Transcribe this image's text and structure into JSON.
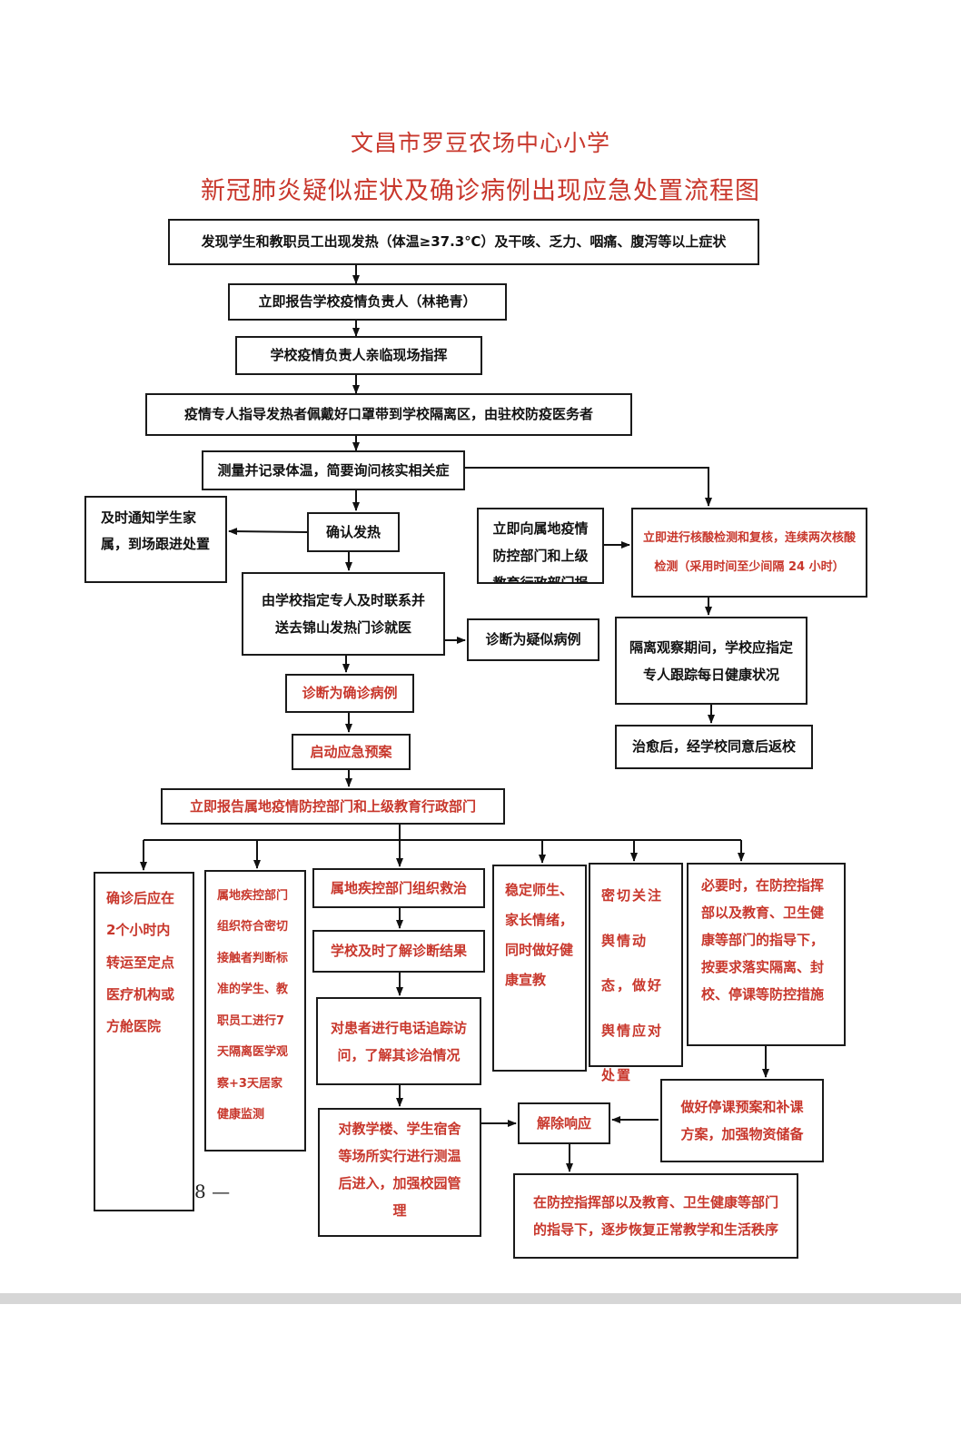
{
  "header": {
    "school": "文昌市罗豆农场中心小学",
    "title": "新冠肺炎疑似症状及确诊病例出现应急处置流程图"
  },
  "steps": {
    "s1": "发现学生和教职员工出现发热（体温≥37.3℃）及干咳、乏力、咽痛、腹泻等以上症状",
    "s2": "立即报告学校疫情负责人（林艳青）",
    "s3": "学校疫情负责人亲临现场指挥",
    "s4": "疫情专人指导发热者佩戴好口罩带到学校隔离区，由驻校防疫医务者",
    "s5": "测量并记录体温，简要询问核实相关症",
    "notify_family": "及时通知学生家属，到场跟进处置",
    "confirm_fever": "确认发热",
    "report_local": "立即向属地疫情防控部门和上级教育行政部门报",
    "nucleic_test": "立即进行核酸检测和复核，连续两次核酸检测（采用时间至少间隔 24 小时）",
    "send_clinic": "由学校指定专人及时联系并送去锦山发热门诊就医",
    "suspected": "诊断为疑似病例",
    "isolation_obs": "隔离观察期间，学校应指定专人跟踪每日健康状况",
    "recover_return": "治愈后，经学校同意后返校",
    "confirmed": "诊断为确诊病例",
    "start_plan": "启动应急预案",
    "report_all": "立即报告属地疫情防控部门和上级教育行政部门"
  },
  "branches": {
    "transfer": "确诊后应在2个小时内转运至定点医疗机构或方舱医院",
    "contacts": "属地疾控部门组织符合密切接触者判断标准的学生、教职员工进行7天隔离医学观察+3天居家健康监测",
    "cdc_treat": "属地疾控部门组织救治",
    "know_result": "学校及时了解诊断结果",
    "phone_follow": "对患者进行电话追踪访问，了解其诊治情况",
    "campus_mgmt": "对教学楼、学生宿舍等场所实行进行测温后进入，加强校园管理",
    "stabilize": "稳定师生、家长情绪，同时做好健康宣教",
    "opinion": "密切关注舆情动态，做好舆情应对处置",
    "closure": "必要时，在防控指挥部以及教育、卫生健康等部门的指导下，按要求落实隔离、封校、停课等防控措施",
    "supplies": "做好停课预案和补课方案，加强物资储备",
    "lift": "解除响应",
    "restore": "在防控指挥部以及教育、卫生健康等部门的指导下，逐步恢复正常教学和生活秩序"
  },
  "footer": {
    "page": "8 —"
  },
  "colors": {
    "accent_red": "#c8372c",
    "border": "#1a1a1a"
  }
}
